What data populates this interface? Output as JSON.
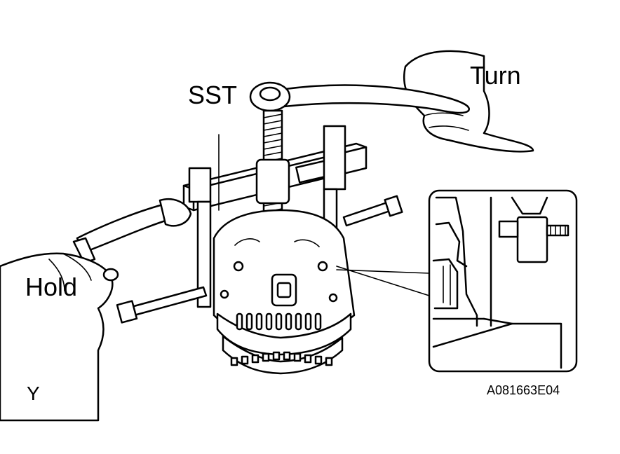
{
  "figure": {
    "labels": {
      "sst": "SST",
      "turn": "Turn",
      "hold": "Hold",
      "y_mark": "Y",
      "figure_code": "A081663E04"
    }
  },
  "colors": {
    "ink": "#000000",
    "paper": "#ffffff"
  }
}
